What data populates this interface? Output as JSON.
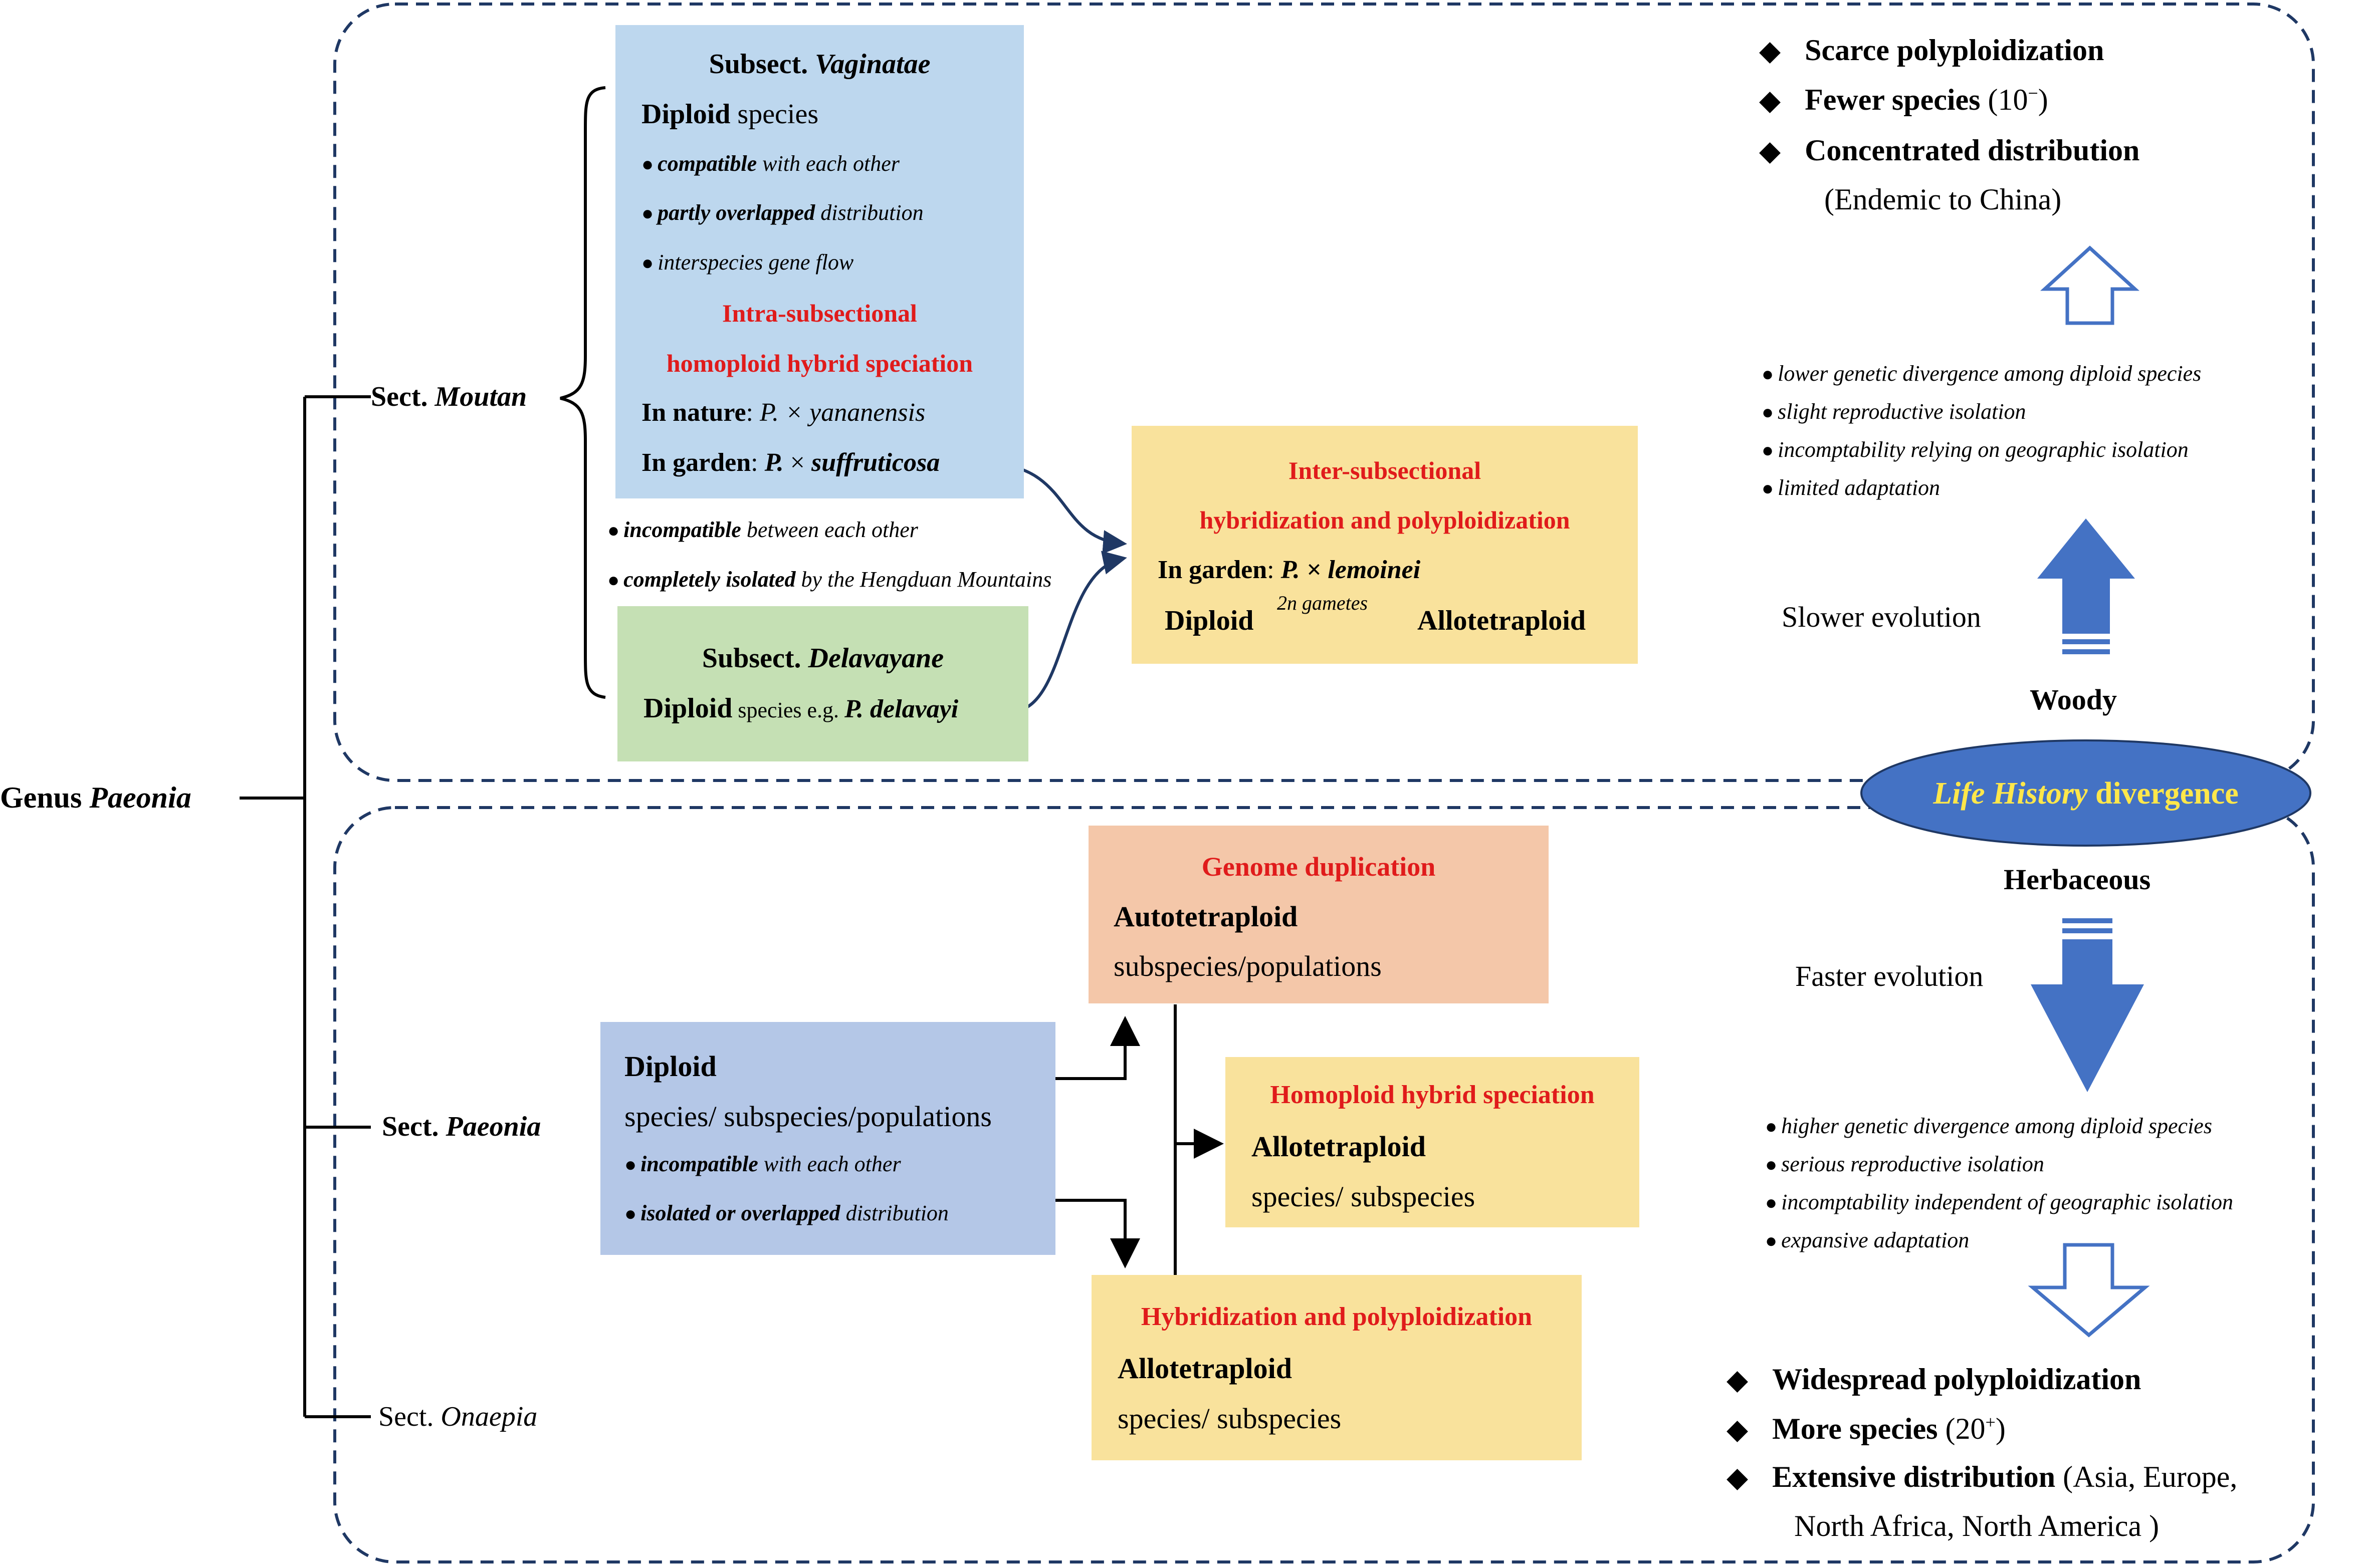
{
  "colors": {
    "dashed_border": "#1f3864",
    "vaginatae_box": "#bdd7ee",
    "delavayane_box": "#c5e0b4",
    "yellow_box": "#f9e29c",
    "genome_box": "#f4c7a9",
    "diploid_box": "#b4c7e7",
    "arrow_blue": "#4472c4",
    "ellipse_text": "#ffe74a",
    "red_text": "#e01b1b"
  },
  "genus": {
    "prefix": "Genus",
    "name": "Paeonia"
  },
  "sections": {
    "moutan": {
      "prefix": "Sect.",
      "name": "Moutan"
    },
    "paeonia": {
      "prefix": "Sect.",
      "name": "Paeonia"
    },
    "onaepia": {
      "prefix": "Sect.",
      "name": "Onaepia"
    }
  },
  "vaginatae": {
    "title_prefix": "Subsect.",
    "title_name": "Vaginatae",
    "diploid_bold": "Diploid",
    "diploid_rest": " species",
    "bullets": [
      {
        "bold": "compatible",
        "rest": " with each other"
      },
      {
        "bold": "partly overlapped",
        "rest": " distribution"
      },
      {
        "bold": "",
        "rest": "interspecies gene flow"
      }
    ],
    "red_line1": "Intra-subsectional",
    "red_line2": "homoploid hybrid speciation",
    "nature_label": "In nature",
    "nature_value": "P. × yananensis",
    "garden_label": "In garden",
    "garden_value_p": "P.",
    "garden_value_x": " × ",
    "garden_value_name": "suffruticosa"
  },
  "moutan_bullets": [
    {
      "bold": "incompatible",
      "rest": " between each other"
    },
    {
      "bold": "completely isolated",
      "rest": " by the Hengduan Mountains"
    }
  ],
  "delavayane": {
    "title_prefix": "Subsect.",
    "title_name": "Delavayane",
    "diploid_bold": "Diploid",
    "diploid_rest": " species e.g. ",
    "example": "P. delavayi"
  },
  "inter_subsectional": {
    "red_line1": "Inter-subsectional",
    "red_line2": "hybridization and polyploidization",
    "garden_label": "In garden",
    "garden_value": "P. × lemoinei",
    "from": "Diploid",
    "arrow_label": "2n gametes",
    "to": "Allotetraploid"
  },
  "woody_side": {
    "features": [
      {
        "bold": "Scarce polyploidization",
        "rest": ""
      },
      {
        "bold": "Fewer species",
        "rest": " (10",
        "sup": "−",
        "close": ")"
      },
      {
        "bold": "Concentrated distribution",
        "rest": ""
      }
    ],
    "endemic": "(Endemic to China)",
    "bullets": [
      "lower genetic divergence among diploid species",
      "slight reproductive isolation",
      "incomptability relying on geographic isolation",
      "limited adaptation"
    ],
    "evolution": "Slower evolution",
    "label": "Woody"
  },
  "life_history": {
    "italic": "Life History",
    "rest": " divergence"
  },
  "herbaceous_side": {
    "label": "Herbaceous",
    "evolution": "Faster evolution",
    "bullets": [
      "higher genetic divergence among diploid species",
      "serious reproductive isolation",
      "incomptability independent of geographic isolation",
      "expansive adaptation"
    ],
    "features": [
      {
        "bold": "Widespread polyploidization",
        "rest": ""
      },
      {
        "bold": "More species",
        "rest": " (20",
        "sup": "+",
        "close": ")"
      },
      {
        "bold": "Extensive distribution",
        "rest": " (Asia, Europe,"
      }
    ],
    "distribution_line2": "North Africa, North America )"
  },
  "genome_duplication": {
    "red": "Genome duplication",
    "bold": "Autotetraploid",
    "text": "subspecies/populations"
  },
  "diploid_box": {
    "bold": "Diploid",
    "text": "species/ subspecies/populations",
    "bullets": [
      {
        "bold": "incompatible",
        "rest": " with each other"
      },
      {
        "bold": "isolated or overlapped",
        "rest": " distribution"
      }
    ]
  },
  "homoploid": {
    "red": "Homoploid hybrid speciation",
    "bold": "Allotetraploid",
    "text": "species/ subspecies"
  },
  "hybrid_poly": {
    "red": "Hybridization and polyploidization",
    "bold": "Allotetraploid",
    "text": "species/ subspecies"
  }
}
